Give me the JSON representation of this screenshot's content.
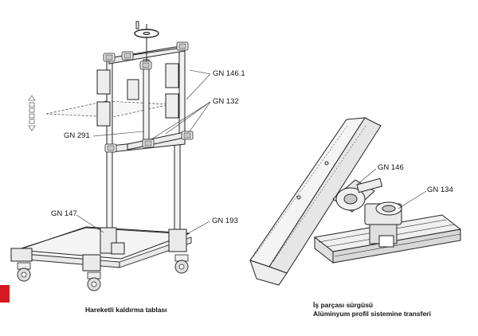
{
  "left_figure": {
    "labels": {
      "gn_146_1": "GN 146.1",
      "gn_132": "GN 132",
      "gn_291": "GN 291",
      "gn_147": "GN 147",
      "gn_193": "GN 193"
    },
    "caption": "Hareketli kaldırma tablası"
  },
  "right_figure": {
    "labels": {
      "gn_146": "GN 146",
      "gn_134": "GN 134"
    },
    "caption_line1": "İş parçası sürgüsü",
    "caption_line2": "Alüminyum profil sistemine transferi"
  },
  "colors": {
    "line": "#222222",
    "fill": "#f4f4f4",
    "shade": "#c9c9c9",
    "badge": "#d51920"
  }
}
